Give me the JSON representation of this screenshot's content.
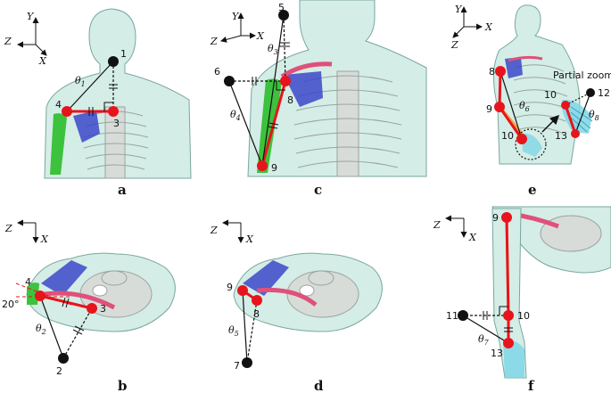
{
  "panels": {
    "a": {
      "letter": "a",
      "axes": {
        "up": "Y",
        "left": "Z",
        "diag": "X"
      },
      "points": {
        "p1": "1",
        "p3": "3",
        "p4": "4"
      },
      "angle": "θ",
      "angle_sub": "1"
    },
    "b": {
      "letter": "b",
      "axes": {
        "left": "Z",
        "down": "X"
      },
      "points": {
        "p2": "2",
        "p3": "3",
        "p4": "4"
      },
      "angle": "θ",
      "angle_sub": "2",
      "inclination": "20°"
    },
    "c": {
      "letter": "c",
      "axes": {
        "up": "Y",
        "left": "Z",
        "diag": "X"
      },
      "points": {
        "p5": "5",
        "p6": "6",
        "p8": "8",
        "p9": "9"
      },
      "angle_a": "θ",
      "angle_a_sub": "3",
      "angle_b": "θ",
      "angle_b_sub": "4"
    },
    "d": {
      "letter": "d",
      "axes": {
        "left": "Z",
        "down": "X"
      },
      "points": {
        "p7": "7",
        "p8": "8",
        "p9": "9"
      },
      "angle": "θ",
      "angle_sub": "5"
    },
    "e": {
      "letter": "e",
      "axes": {
        "up": "Y",
        "right": "X",
        "diag": "Z"
      },
      "points": {
        "p8": "8",
        "p9": "9",
        "p10": "10",
        "p10z": "10",
        "p12": "12",
        "p13": "13"
      },
      "angle_a": "θ",
      "angle_a_sub": "6",
      "angle_b": "θ",
      "angle_b_sub": "8",
      "zoom_label": "Partial zoom"
    },
    "f": {
      "letter": "f",
      "axes": {
        "left": "Z",
        "down": "X"
      },
      "points": {
        "p9": "9",
        "p10": "10",
        "p11": "11",
        "p13": "13"
      },
      "angle": "θ",
      "angle_sub": "7"
    }
  },
  "colors": {
    "skin": "#d4ede6",
    "skin_stroke": "#7aa7a0",
    "bone": "#d7dcd9",
    "bone_stroke": "#9aa3a0",
    "joint": "#e8141b",
    "marker": "#111111",
    "vector": "#e8141b",
    "humerus": "#3cc23c",
    "scapula": "#3b48c8",
    "clavicle": "#e0507a",
    "hand": "#7fd6e6",
    "forearm_bone": "#f0a040"
  }
}
